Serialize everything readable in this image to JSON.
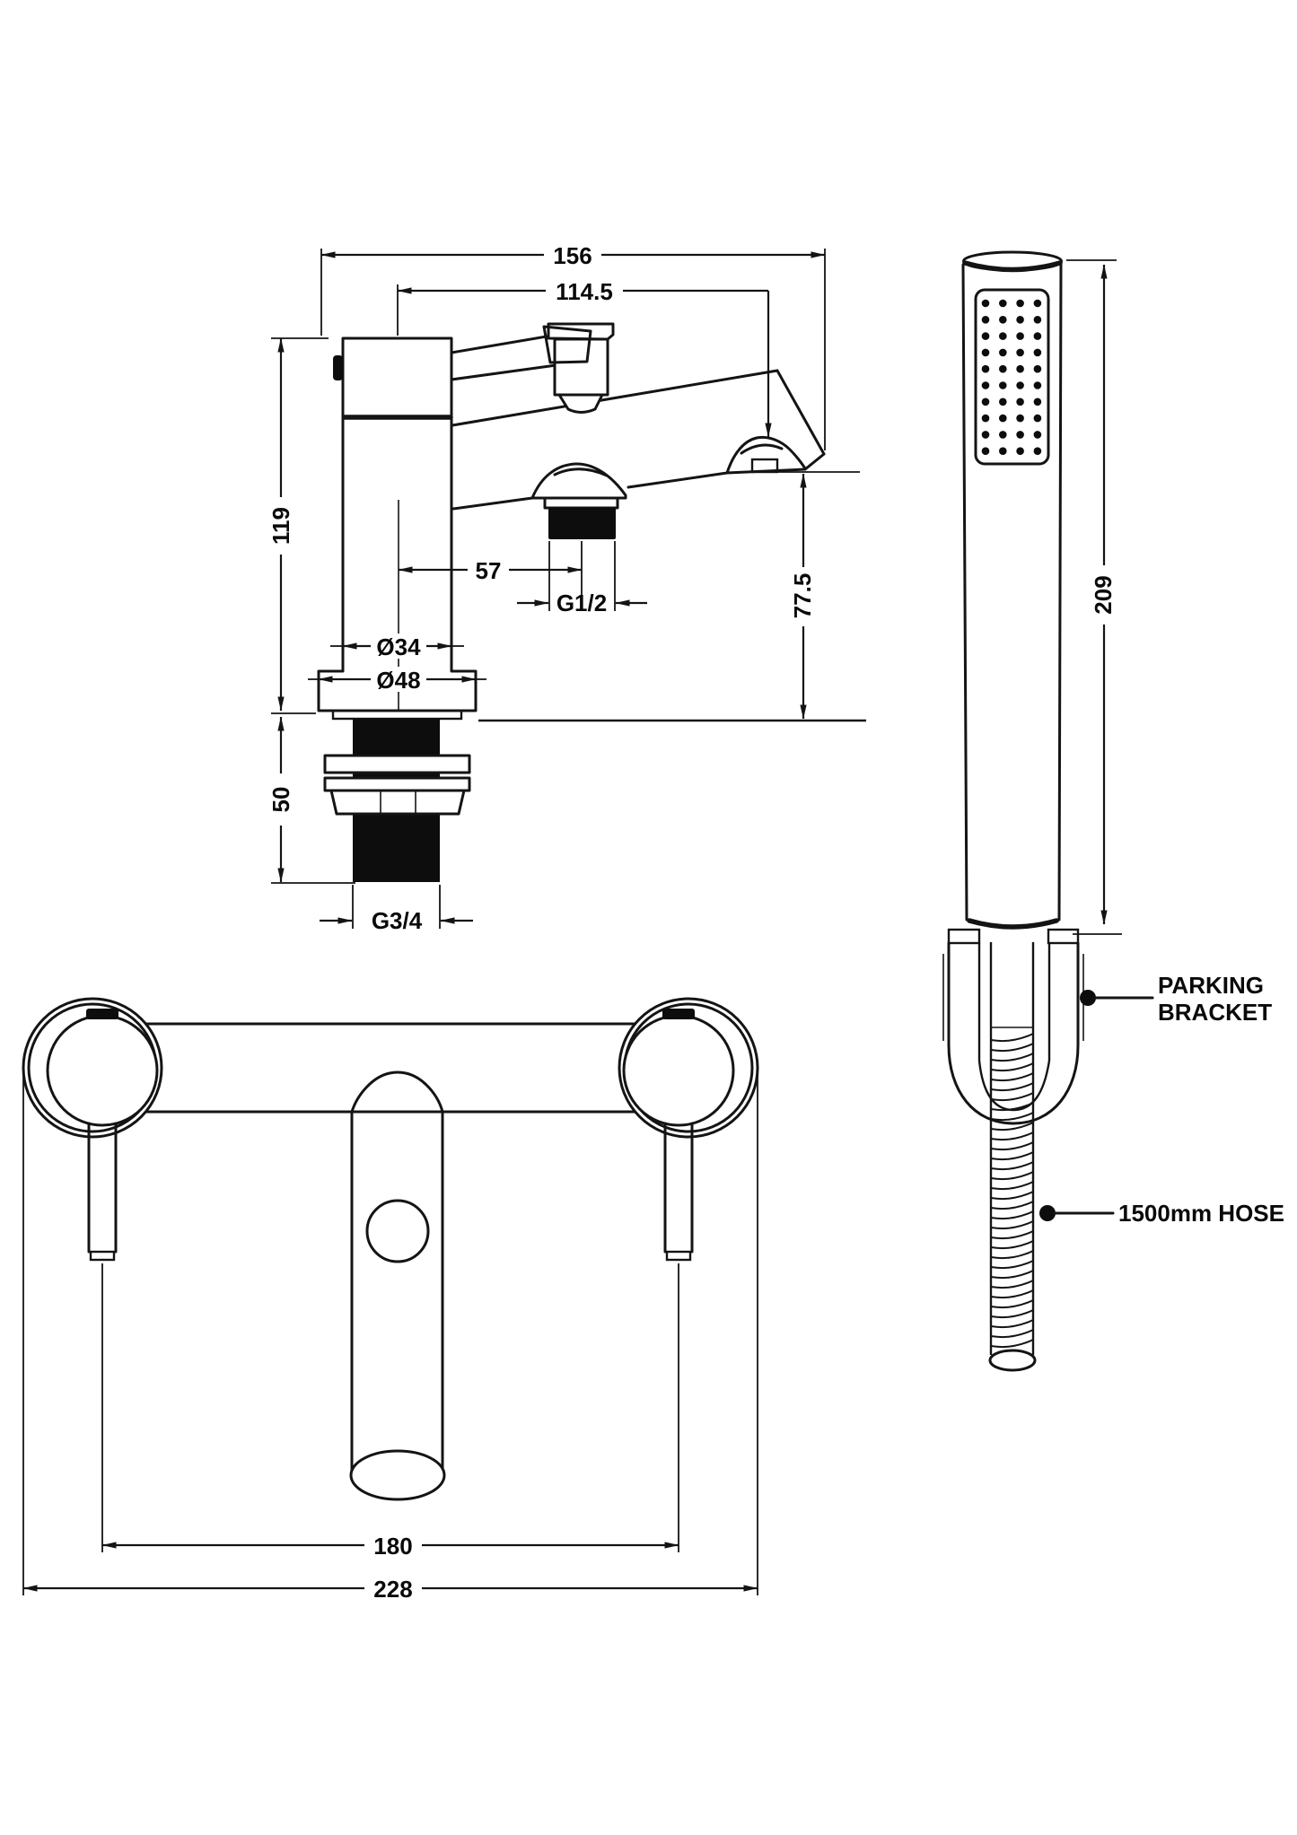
{
  "drawing": {
    "type": "bath-shower-mixer-technical-drawing",
    "background": "#ffffff",
    "line_color": "#141414"
  },
  "side_view": {
    "dim_overall_width": "156",
    "dim_centre_to_diverter": "114.5",
    "dim_body_height": "119",
    "dim_centre_to_outlet": "57",
    "outlet_thread": "G1/2",
    "dim_spout_height": "77.5",
    "dim_body_diameter": "Ø34",
    "dim_base_diameter": "Ø48",
    "dim_shank_length": "50",
    "shank_thread": "G3/4"
  },
  "front_view": {
    "dim_handle_centres": "180",
    "dim_overall_width": "228"
  },
  "shower_view": {
    "dim_handset_length": "209",
    "bracket_label_line1": "PARKING",
    "bracket_label_line2": "BRACKET",
    "hose_label": "1500mm HOSE"
  }
}
